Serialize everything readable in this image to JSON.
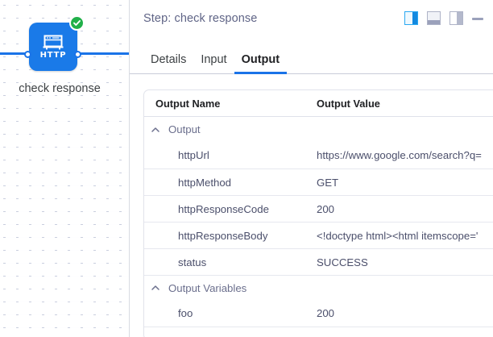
{
  "canvas": {
    "node": {
      "label": "check response",
      "icon": "http-node-icon",
      "icon_text": "HTTP",
      "status_badge": "check-circle-icon",
      "node_color": "#1a7ae8",
      "badge_color": "#21b049",
      "edge_color": "#1a73e8"
    }
  },
  "panel": {
    "header": {
      "title": "Step: check response",
      "actions": [
        {
          "name": "layout-right-panel-button",
          "icon": "panel-right-icon",
          "active": true
        },
        {
          "name": "layout-bottom-panel-button",
          "icon": "panel-bottom-icon",
          "active": false
        },
        {
          "name": "layout-left-panel-button",
          "icon": "panel-left-icon",
          "active": false
        },
        {
          "name": "minimize-panel-button",
          "icon": "minimize-icon",
          "active": false
        }
      ],
      "accent_color": "#1389e0"
    },
    "tabs": [
      {
        "label": "Details",
        "active": false
      },
      {
        "label": "Input",
        "active": false
      },
      {
        "label": "Output",
        "active": true
      }
    ],
    "tab_accent_color": "#1a73e8",
    "table": {
      "columns": [
        "Output Name",
        "Output Value"
      ],
      "groups": [
        {
          "label": "Output",
          "collapse_icon": "chevron-up-icon",
          "rows": [
            {
              "name": "httpUrl",
              "value": "https://www.google.com/search?q="
            },
            {
              "name": "httpMethod",
              "value": "GET"
            },
            {
              "name": "httpResponseCode",
              "value": "200"
            },
            {
              "name": "httpResponseBody",
              "value": "<!doctype html><html itemscope='"
            },
            {
              "name": "status",
              "value": "SUCCESS"
            }
          ]
        },
        {
          "label": "Output Variables",
          "collapse_icon": "chevron-up-icon",
          "rows": [
            {
              "name": "foo",
              "value": "200"
            }
          ]
        }
      ]
    }
  }
}
